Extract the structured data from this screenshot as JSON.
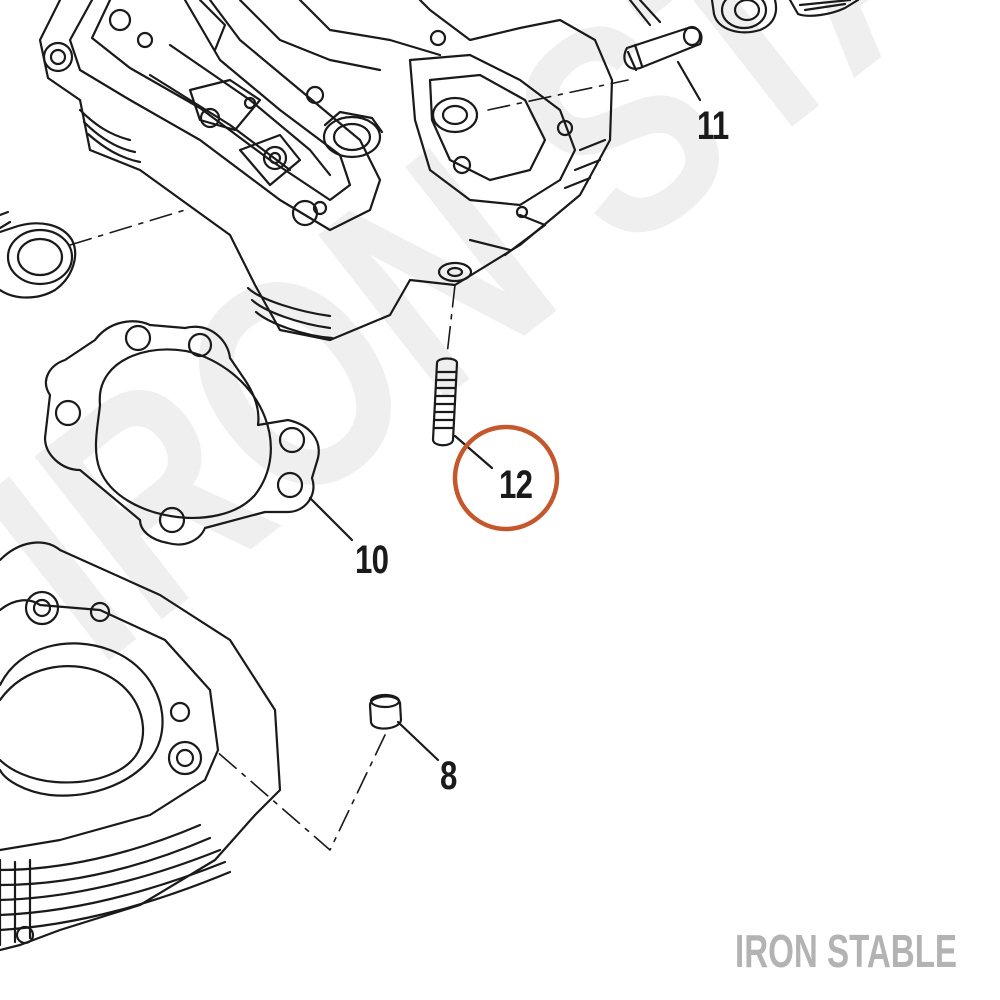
{
  "diagram": {
    "callouts": [
      {
        "id": "callout-11",
        "label": "11"
      },
      {
        "id": "callout-12",
        "label": "12"
      },
      {
        "id": "callout-10",
        "label": "10"
      },
      {
        "id": "callout-8",
        "label": "8"
      }
    ],
    "highlighted_callout": "12"
  },
  "branding": {
    "logo_text": "IRON STABLE",
    "watermark_text": "IRON STABLE"
  },
  "colors": {
    "line": "#1a1a1a",
    "highlight_ring": "#c4572c",
    "brand_text": "#b3b3b3",
    "watermark": "#efefef",
    "background": "#ffffff"
  }
}
